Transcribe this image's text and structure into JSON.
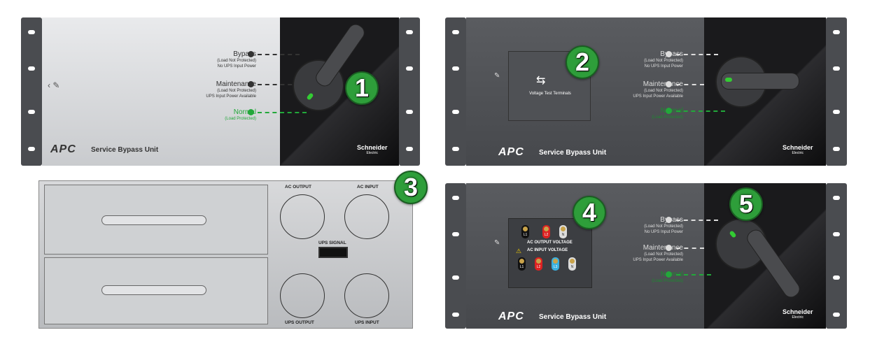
{
  "panels": [
    {
      "badge": "1",
      "brand": "APC",
      "product": "Service Bypass Unit",
      "maker": "Schneider",
      "maker_sub": "Electric",
      "modes": [
        {
          "title": "Bypass",
          "sub1": "(Load Not Protected)",
          "sub2": "No UPS Input Power"
        },
        {
          "title": "Maintenance",
          "sub1": "(Load Not Protected)",
          "sub2": "UPS Input Power Available"
        },
        {
          "title": "Normal",
          "sub1": "(Load Protected)"
        }
      ]
    },
    {
      "badge": "2",
      "brand": "APC",
      "product": "Service Bypass Unit",
      "maker": "Schneider",
      "maker_sub": "Electric",
      "test_terminals": "Voltage Test Terminals",
      "modes": [
        {
          "title": "Bypass",
          "sub1": "(Load Not Protected)",
          "sub2": "No UPS Input Power"
        },
        {
          "title": "Maintenance",
          "sub1": "(Load Not Protected)",
          "sub2": "UPS Input Power Available"
        },
        {
          "title": "Normal",
          "sub1": "(Load Protected)"
        }
      ]
    },
    {
      "badge": "3",
      "ac_output": "AC OUTPUT",
      "ac_input": "AC INPUT",
      "ups_signal": "UPS SIGNAL",
      "ups_output": "UPS OUTPUT",
      "ups_input": "UPS INPUT"
    },
    {
      "badge": "4",
      "badge2": "5",
      "brand": "APC",
      "product": "Service Bypass Unit",
      "maker": "Schneider",
      "maker_sub": "Electric",
      "ac_output_voltage": "AC OUTPUT VOLTAGE",
      "ac_input_voltage": "AC INPUT VOLTAGE",
      "out_terms": [
        "L1",
        "L2",
        "N"
      ],
      "in_terms": [
        "L1",
        "L2",
        "L3",
        "N"
      ],
      "modes": [
        {
          "title": "Bypass",
          "sub1": "(Load Not Protected)",
          "sub2": "No UPS Input Power"
        },
        {
          "title": "Maintenance",
          "sub1": "(Load Not Protected)",
          "sub2": "UPS Input Power Available"
        },
        {
          "title": "Normal",
          "sub1": "(Load Protected)"
        }
      ]
    }
  ],
  "colors": {
    "normal": "#22a83a",
    "badge": "#2e9e3a"
  }
}
